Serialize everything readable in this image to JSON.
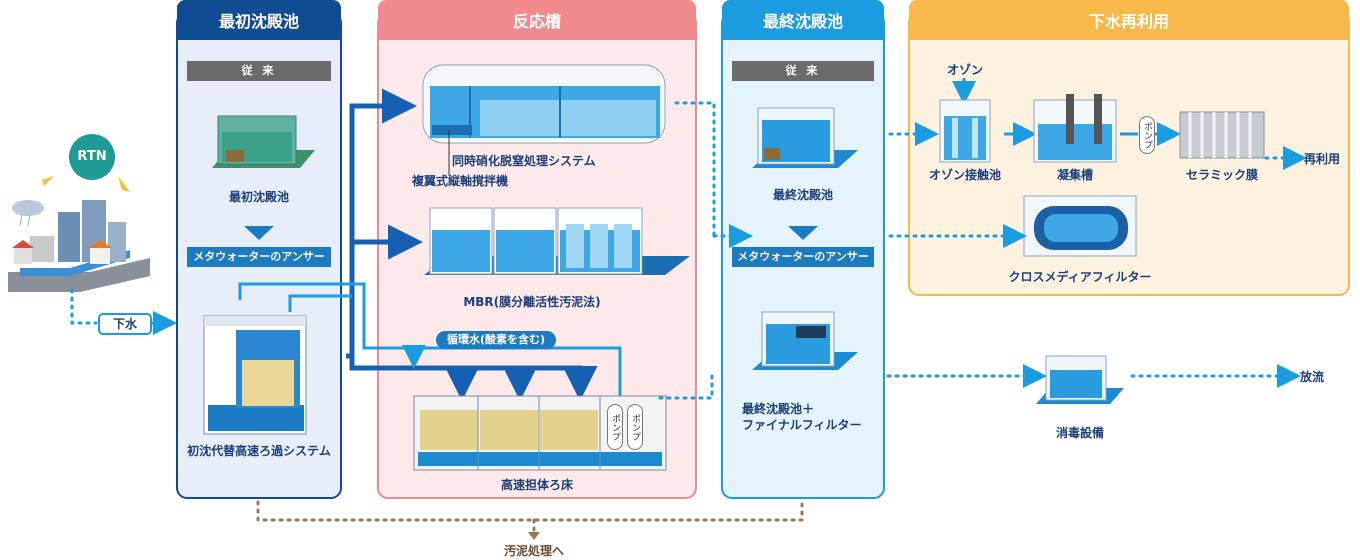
{
  "stages": {
    "primary": {
      "title": "最初沈殿池",
      "conventional_label": "従 来",
      "conventional_item": "最初沈殿池",
      "answer_label": "メタウォーターのアンサー",
      "answer_item": "初沈代替高速ろ過システム"
    },
    "reaction": {
      "title": "反応槽",
      "item1": "同時硝化脱窒処理システム",
      "item1_sub": "複翼式縦軸撹拌機",
      "item2": "MBR(膜分離活性汚泥法)",
      "item3": "高速担体ろ床",
      "recirculation": "循環水(酸素を含む)",
      "pump": "ポンプ"
    },
    "final": {
      "title": "最終沈殿池",
      "conventional_label": "従 来",
      "conventional_item": "最終沈殿池",
      "answer_label": "メタウォーターのアンサー",
      "answer_item_line1": "最終沈殿池＋",
      "answer_item_line2": "ファイナルフィルター"
    },
    "reuse": {
      "title": "下水再利用",
      "ozone": "オゾン",
      "ozone_contact": "オゾン接触池",
      "coagulation": "凝集槽",
      "pump": "ポンプ",
      "ceramic": "セラミック膜",
      "cross_media": "クロスメディアフィルター"
    }
  },
  "city": {
    "badge": "RTN",
    "sewage": "下水"
  },
  "outputs": {
    "reuse": "再利用",
    "discharge": "放流",
    "disinfection": "消毒設備",
    "sludge": "汚泥処理へ"
  },
  "colors": {
    "primary_header": "#0f4c92",
    "reaction_header": "#f08a8e",
    "final_header": "#1b9be0",
    "reuse_header": "#f9b84a",
    "flow_dots": "#1b9be0",
    "sludge_dots": "#9b7653"
  }
}
